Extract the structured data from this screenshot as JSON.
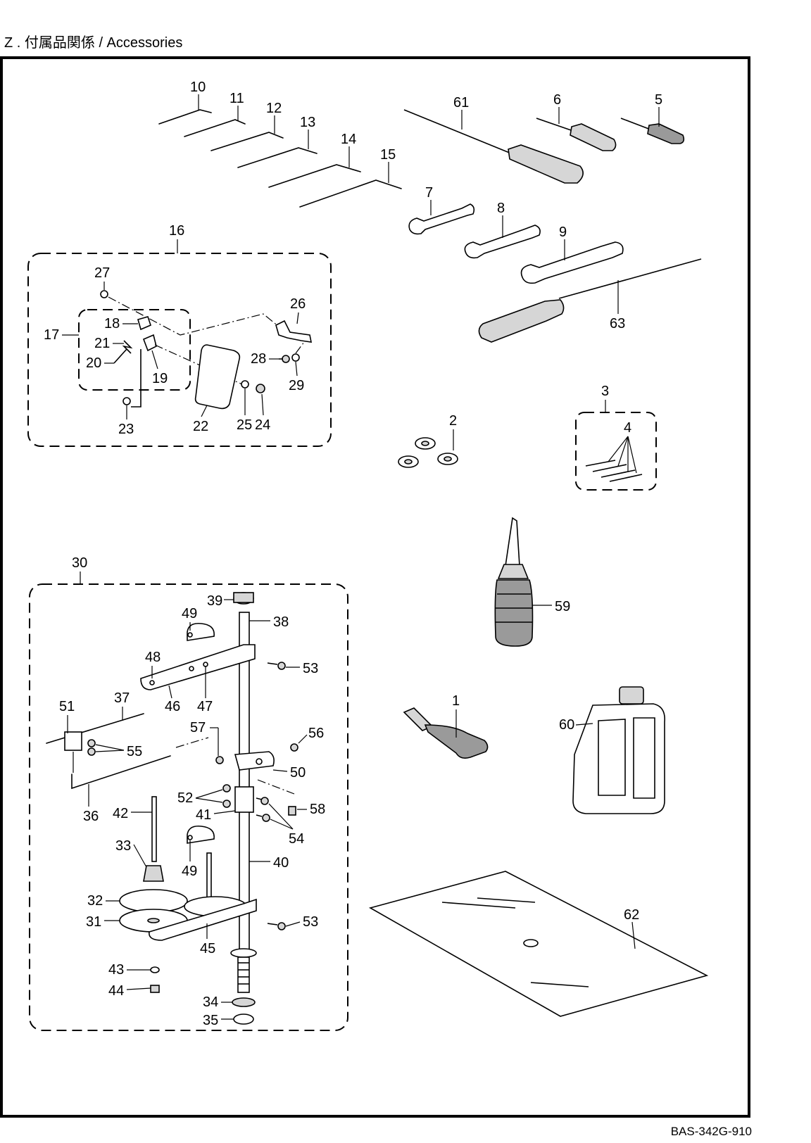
{
  "header": {
    "title": "Z . 付属品関係 / Accessories"
  },
  "footer": {
    "code": "BAS-342G-910"
  },
  "callouts": {
    "c1": "1",
    "c2": "2",
    "c3": "3",
    "c4": "4",
    "c5": "5",
    "c6": "6",
    "c7": "7",
    "c8": "8",
    "c9": "9",
    "c10": "10",
    "c11": "11",
    "c12": "12",
    "c13": "13",
    "c14": "14",
    "c15": "15",
    "c16": "16",
    "c17": "17",
    "c18": "18",
    "c19": "19",
    "c20": "20",
    "c21": "21",
    "c22": "22",
    "c23": "23",
    "c24": "24",
    "c25": "25",
    "c26": "26",
    "c27": "27",
    "c28": "28",
    "c29": "29",
    "c30": "30",
    "c31": "31",
    "c32": "32",
    "c33": "33",
    "c34": "34",
    "c35": "35",
    "c36": "36",
    "c37": "37",
    "c38": "38",
    "c39": "39",
    "c40": "40",
    "c41": "41",
    "c42": "42",
    "c43": "43",
    "c44": "44",
    "c45": "45",
    "c46": "46",
    "c47": "47",
    "c48": "48",
    "c49": "49",
    "c50": "50",
    "c51": "51",
    "c52": "52",
    "c53": "53",
    "c54": "54",
    "c55": "55",
    "c56": "56",
    "c57": "57",
    "c58": "58",
    "c59": "59",
    "c60": "60",
    "c61": "61",
    "c62": "62",
    "c63": "63"
  }
}
